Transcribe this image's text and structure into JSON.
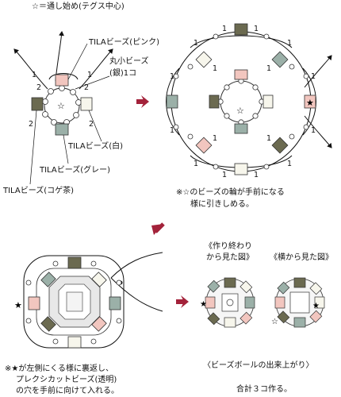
{
  "colors": {
    "pink": "#f2c6bf",
    "white": "#f7f6ec",
    "gray": "#9bb0a8",
    "khaki": "#6b6a50",
    "arrow": "#a3223a"
  },
  "panel1": {
    "title": "☆＝通し始め(テグス中心)",
    "label_pink": "TILAビーズ(ピンク)",
    "label_round": "丸小ビーズ",
    "label_round2": "(銀)1コ",
    "label_white": "TILAビーズ(白)",
    "label_gray": "TILAビーズ(グレー)",
    "label_brown": "TILAビーズ(コゲ茶)",
    "counts": [
      "1",
      "1",
      "2",
      "2",
      "2",
      "2"
    ]
  },
  "panel2": {
    "note_line1": "※☆のビーズの輪が手前になる",
    "note_line2": "様に引きしめる。",
    "counts": [
      "1",
      "1",
      "1",
      "1",
      "1",
      "1",
      "1",
      "1",
      "1",
      "1",
      "1",
      "1",
      "1",
      "1",
      "1",
      "1"
    ]
  },
  "panel3": {
    "note_line1": "※★が左側にくる様に裏返し、",
    "note_line2": "プレクシカットビーズ(透明)",
    "note_line3": "の穴を手前に向けて入れる。"
  },
  "panel4": {
    "label_made": "《作り終わり",
    "label_made2": "から見た図》",
    "label_side": "《横から見た図》",
    "caption": "〈ビーズボールの出来上がり〉",
    "total": "合計３コ作る。"
  }
}
